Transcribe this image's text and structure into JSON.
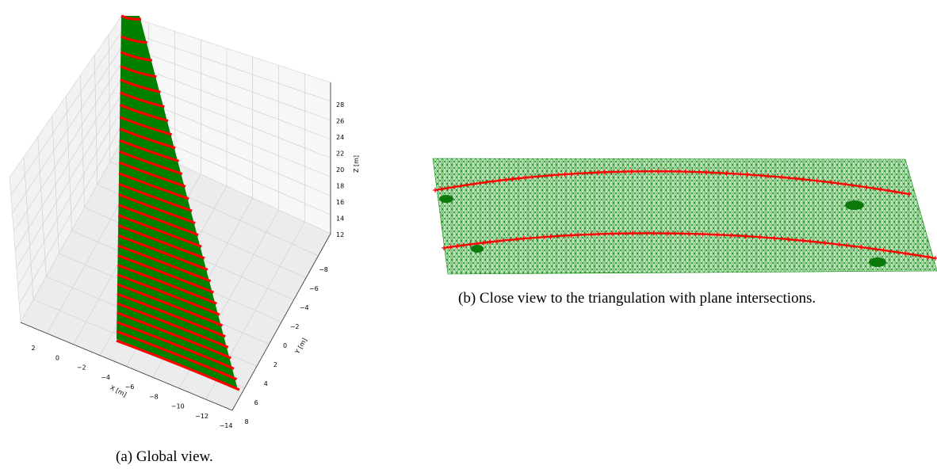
{
  "colors": {
    "surface": "#008000",
    "mesh": "#0b8a0b",
    "intersections": "#ff0000",
    "grid": "#cccccc",
    "pane": "#f2f2f2"
  },
  "captions": {
    "a": "(a)  Global view.",
    "b": "(b)  Close view to the triangulation with plane intersections."
  },
  "chart_data": [
    {
      "type": "scatter",
      "panel": "a",
      "projection": "3d",
      "title": "",
      "xlabel": "X [m]",
      "ylabel": "Y [m]",
      "zlabel": "Z [m]",
      "xticks": [
        "2",
        "0",
        "−2",
        "−4",
        "−6",
        "−8",
        "−10",
        "−12",
        "−14"
      ],
      "yticks": [
        "−8",
        "−6",
        "−4",
        "−2",
        "0",
        "2",
        "4",
        "6",
        "8"
      ],
      "zticks": [
        "12",
        "14",
        "16",
        "18",
        "20",
        "22",
        "24",
        "26",
        "28"
      ],
      "xlim": [
        3,
        -15
      ],
      "ylim": [
        -9,
        8
      ],
      "zlim": [
        11.5,
        29
      ],
      "grid": true,
      "series": [
        {
          "kind": "surface",
          "color": "#008000"
        },
        {
          "kind": "plane-intersection-lines",
          "count": 30,
          "marker": "+",
          "color": "#ff0000"
        }
      ]
    },
    {
      "type": "scatter",
      "panel": "b",
      "projection": "3d-closeup",
      "title": "",
      "axes_visible": false,
      "series": [
        {
          "kind": "triangulation-mesh",
          "color": "#008000"
        },
        {
          "kind": "plane-intersection-lines",
          "count": 2,
          "marker": "+",
          "color": "#ff0000"
        }
      ]
    }
  ]
}
